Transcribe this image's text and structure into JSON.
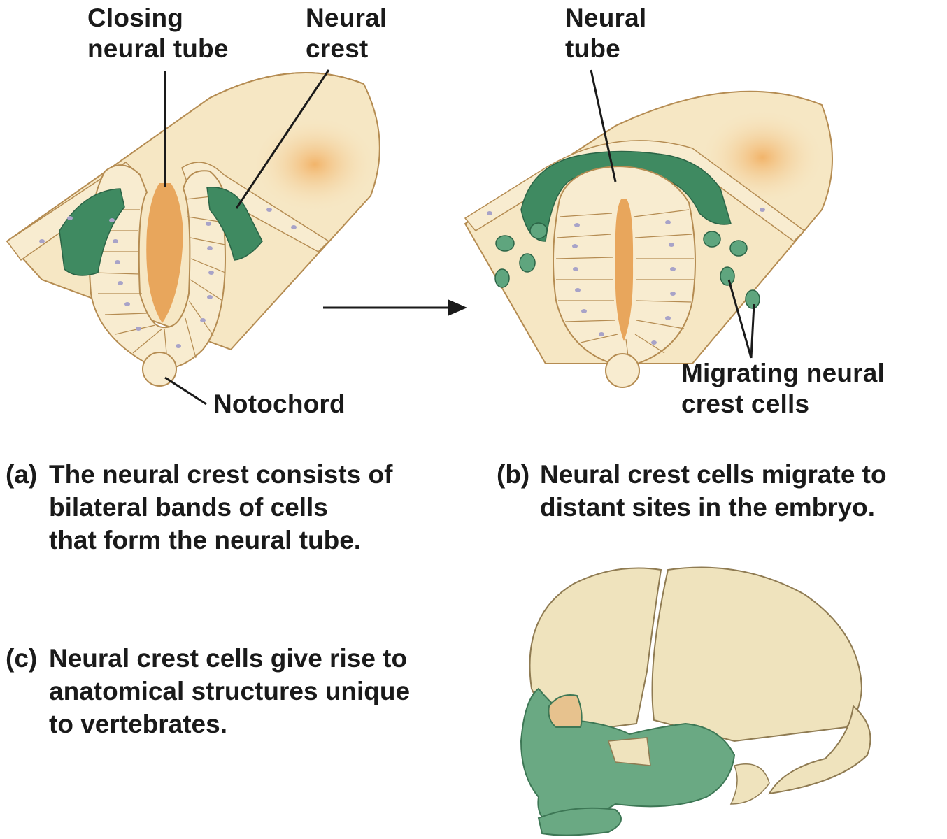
{
  "labels": {
    "closing_neural_tube_1": "Closing",
    "closing_neural_tube_2": "neural tube",
    "neural_crest_1": "Neural",
    "neural_crest_2": "crest",
    "neural_tube_1": "Neural",
    "neural_tube_2": "tube",
    "notochord": "Notochord",
    "migrating_1": "Migrating neural",
    "migrating_2": "crest cells"
  },
  "captions": {
    "a": {
      "tag": "(a)",
      "line1": "The neural crest consists of",
      "line2": "bilateral bands of cells",
      "line3": "that form the neural tube."
    },
    "b": {
      "tag": "(b)",
      "line1": "Neural crest cells migrate to",
      "line2": "distant sites in the embryo."
    },
    "c": {
      "tag": "(c)",
      "line1": "Neural crest cells give rise to",
      "line2": "anatomical structures unique",
      "line3": "to vertebrates."
    }
  },
  "colors": {
    "tissue": "#f6e7c4",
    "tissue_outline": "#b58c52",
    "lumen": "#e8a65c",
    "neural_crest_green": "#3f8a61",
    "light_green": "#5fa57e",
    "nucleus": "#a8a3c8",
    "bone": "#efe3bd"
  }
}
